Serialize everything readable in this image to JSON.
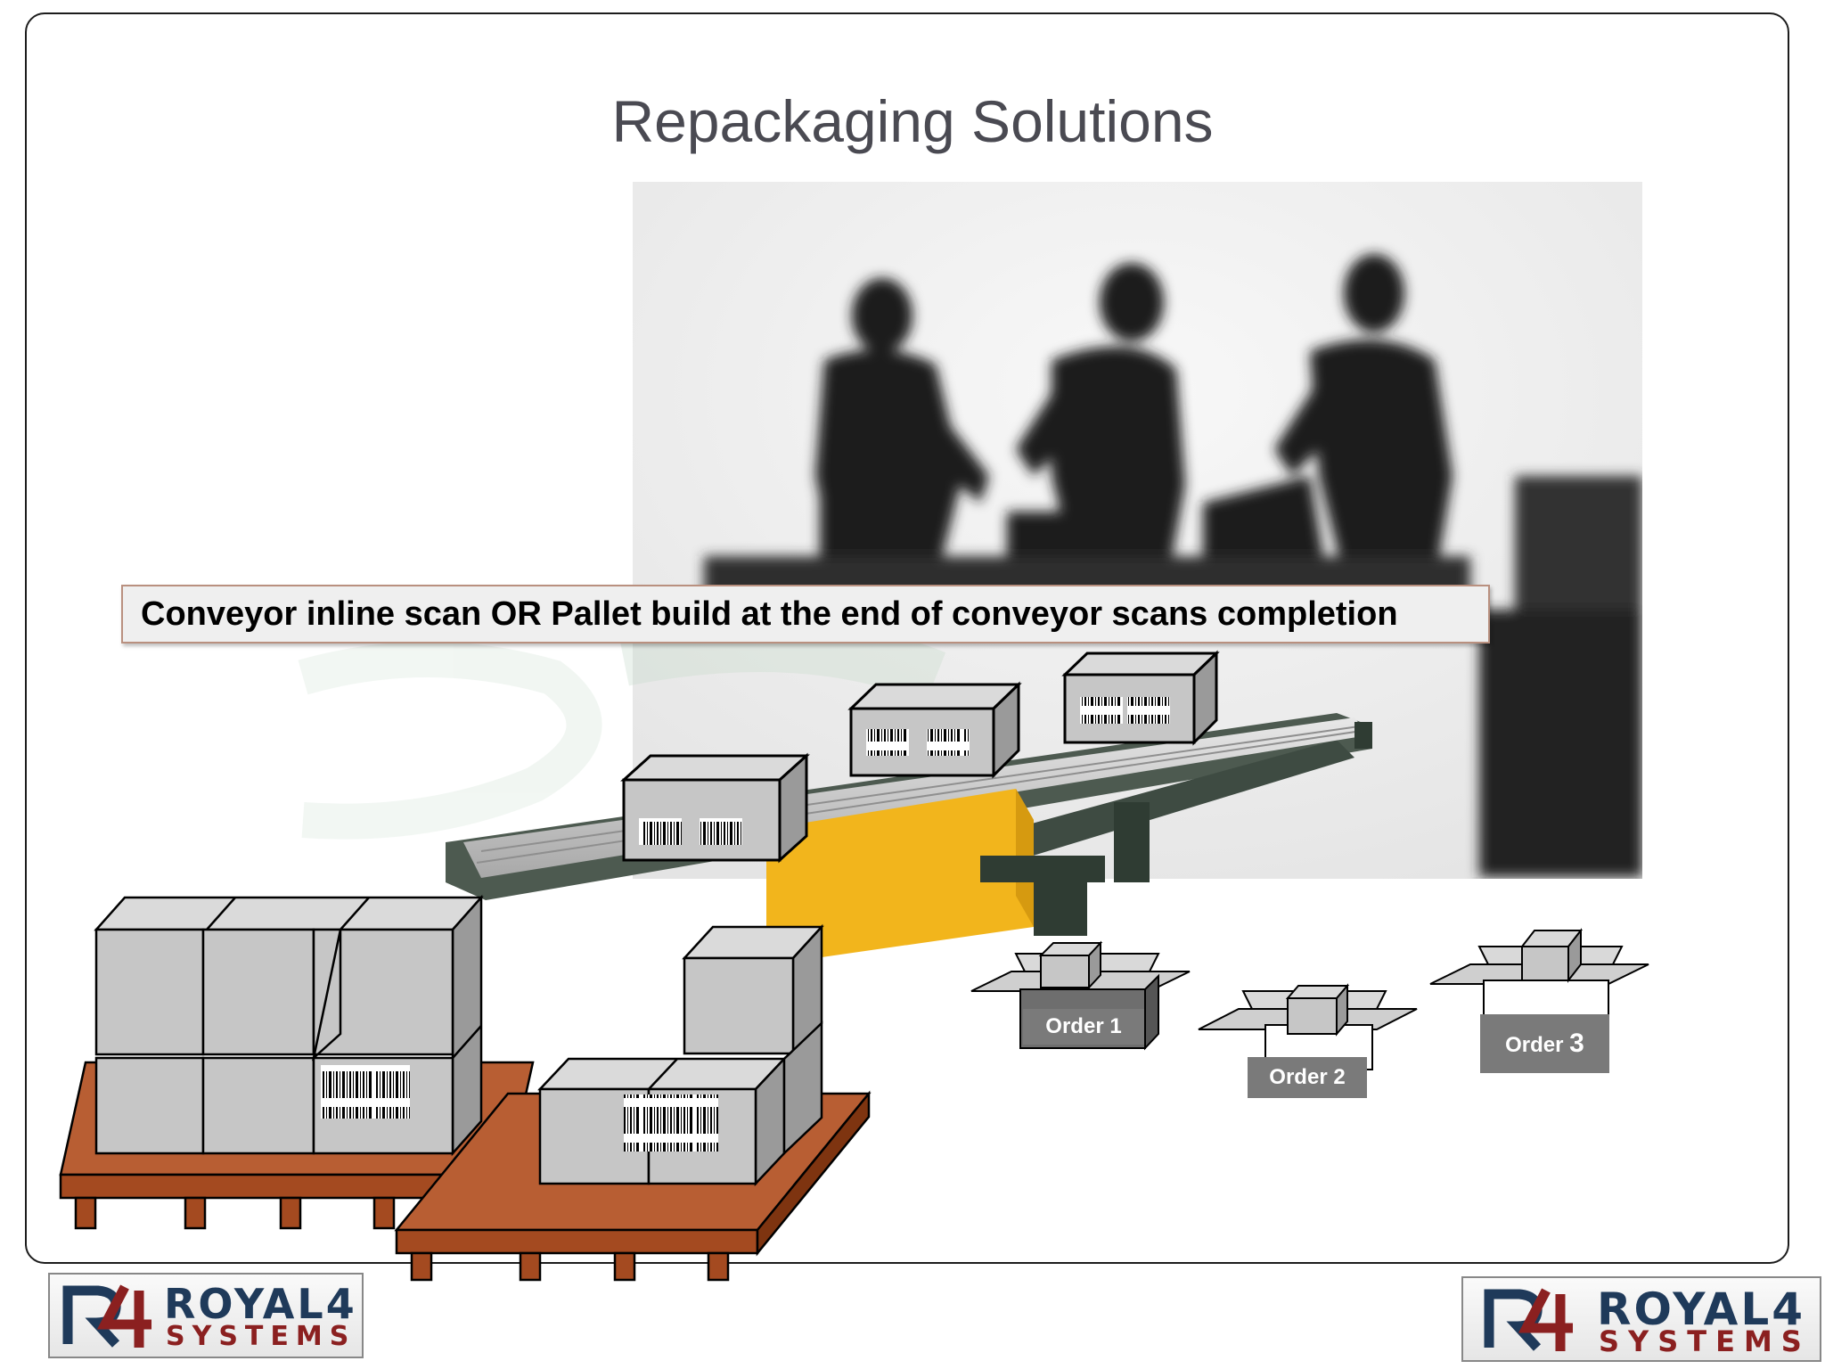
{
  "slide": {
    "title": "Repackaging Solutions",
    "callout": "Conveyor inline scan OR Pallet build at the end of conveyor scans completion"
  },
  "orders": [
    {
      "prefix": "Order",
      "number": "1"
    },
    {
      "prefix": "Order",
      "number": "2"
    },
    {
      "prefix": "Order",
      "number": "3"
    }
  ],
  "logos": {
    "left": {
      "line1": "ROYAL4",
      "line2": "SYSTEMS"
    },
    "right": {
      "line1": "ROYAL4",
      "line2": "SYSTEMS"
    }
  },
  "colors": {
    "title": "#4a4a52",
    "pallet": "#a9522a",
    "box": "#c6c6c6",
    "conveyor_guard": "#f2b51c",
    "order_label": "#7a7a7a"
  }
}
